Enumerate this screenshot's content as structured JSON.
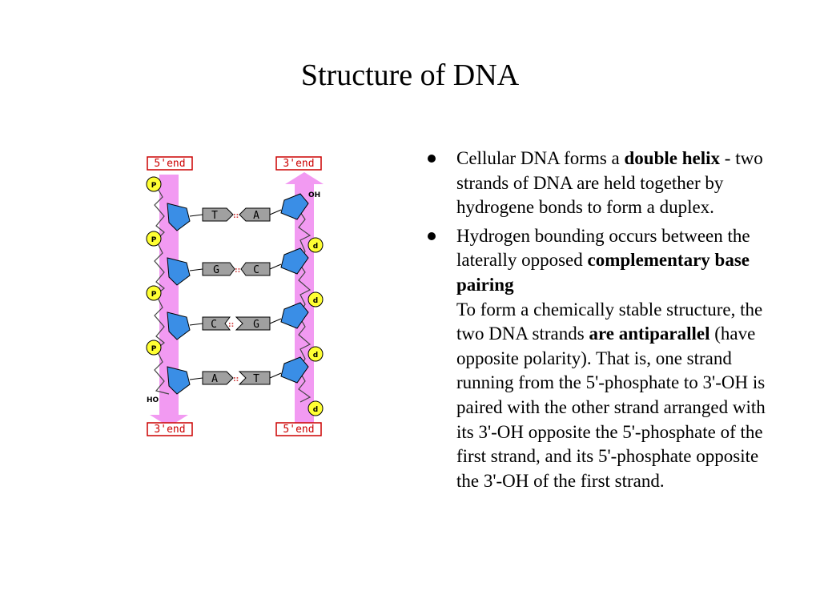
{
  "slide": {
    "title": "Structure of DNA"
  },
  "diagram": {
    "top_left_label": "5'end",
    "top_right_label": "3'end",
    "bottom_left_label": "3'end",
    "bottom_right_label": "5'end",
    "oh_top": "OH",
    "ho_bottom": "HO",
    "phosphate_left": "P",
    "phosphate_right": "d",
    "pairs": [
      {
        "left": "T",
        "right": "A"
      },
      {
        "left": "G",
        "right": "C"
      },
      {
        "left": "C",
        "right": "G"
      },
      {
        "left": "A",
        "right": "T"
      }
    ],
    "colors": {
      "strand": "#f29af2",
      "sugar": "#3a8ee6",
      "phosphate": "#ffff33",
      "base": "#a0a0a0",
      "label_border": "#cc0000"
    }
  },
  "bullets": [
    {
      "b1_pre": "Cellular DNA forms a ",
      "b1_bold": "double helix",
      "b1_post": "  - two strands of DNA are held together by hydrogene bonds to form a duplex."
    },
    {
      "b2_pre": "Hydrogen bounding occurs between the laterally opposed ",
      "b2_bold1": "complementary base pairing",
      "b2_mid": "To form a chemically stable structure, the two DNA strands ",
      "b2_bold2": "are antiparallel",
      "b2_post": " (have opposite polarity). That is, one strand running from the 5'-phosphate to 3'-OH is paired with the other strand arranged with its 3'-OH opposite the 5'-phosphate of the first strand, and its 5'-phosphate opposite the 3'-OH of the first strand."
    }
  ]
}
